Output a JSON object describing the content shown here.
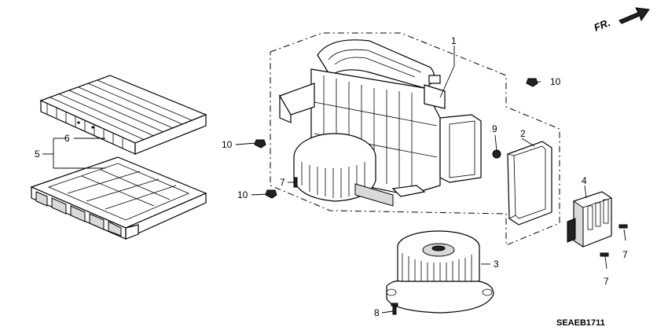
{
  "diagram": {
    "code": "SEAEB1711",
    "direction_label": "FR.",
    "callouts": {
      "c1": "1",
      "c2": "2",
      "c3": "3",
      "c4": "4",
      "c5": "5",
      "c6": "6",
      "c7a": "7",
      "c7b": "7",
      "c7c": "7",
      "c8": "8",
      "c9": "9",
      "c10a": "10",
      "c10b": "10",
      "c10c": "10"
    }
  }
}
